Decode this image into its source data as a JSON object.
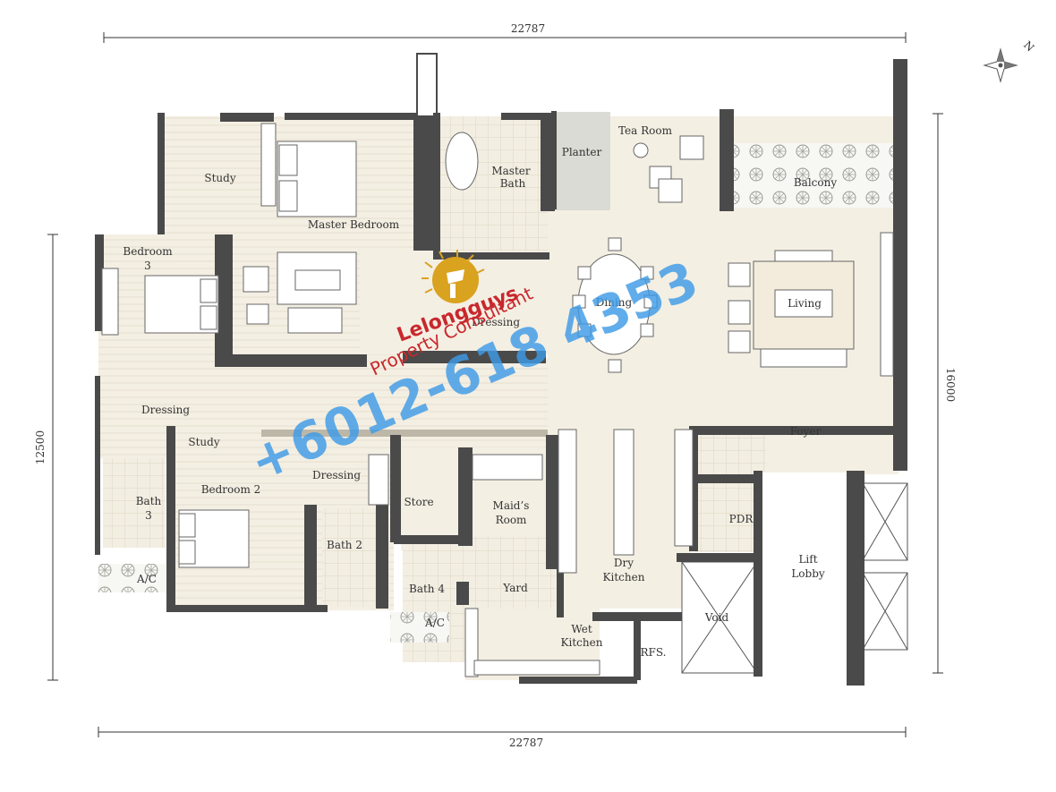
{
  "dimensions": {
    "top_width": "22787",
    "bottom_width": "22787",
    "left_height": "12500",
    "right_height": "16000"
  },
  "compass": {
    "north_label": "N"
  },
  "rooms": {
    "study": "Study",
    "master_bedroom": "Master Bedroom",
    "master_bath_line1": "Master",
    "master_bath_line2": "Bath",
    "planter": "Planter",
    "tea_room": "Tea Room",
    "balcony": "Balcony",
    "bedroom3_line1": "Bedroom",
    "bedroom3_line2": "3",
    "dressing_master": "Dressing",
    "dining": "Dining",
    "living": "Living",
    "dressing_left": "Dressing",
    "study_bedroom2": "Study",
    "bedroom2": "Bedroom 2",
    "dressing_bedroom2": "Dressing",
    "store": "Store",
    "maids_room_line1": "Maid’s",
    "maids_room_line2": "Room",
    "foyer": "Foyer",
    "bath3_line1": "Bath",
    "bath3_line2": "3",
    "pdr": "PDR",
    "bath2": "Bath 2",
    "dry_kitchen_line1": "Dry",
    "dry_kitchen_line2": "Kitchen",
    "lift_lobby_line1": "Lift",
    "lift_lobby_line2": "Lobby",
    "ac_left": "A/C",
    "bath4": "Bath 4",
    "yard": "Yard",
    "void": "Void",
    "ac_bottom": "A/C",
    "wet_kitchen_line1": "Wet",
    "wet_kitchen_line2": "Kitchen",
    "rfs": "RFS."
  },
  "watermark": {
    "brand": "Lelongguys",
    "subtitle": "Property Consultant",
    "phone": "+6012-618 4353"
  },
  "colors": {
    "floor": "#f4efe3",
    "wall": "#4a4a4a",
    "tile": "#ece6d8",
    "watermark_blue": "#3e9be6",
    "watermark_red": "#c8282d",
    "logo_gold": "#d9a21f"
  }
}
